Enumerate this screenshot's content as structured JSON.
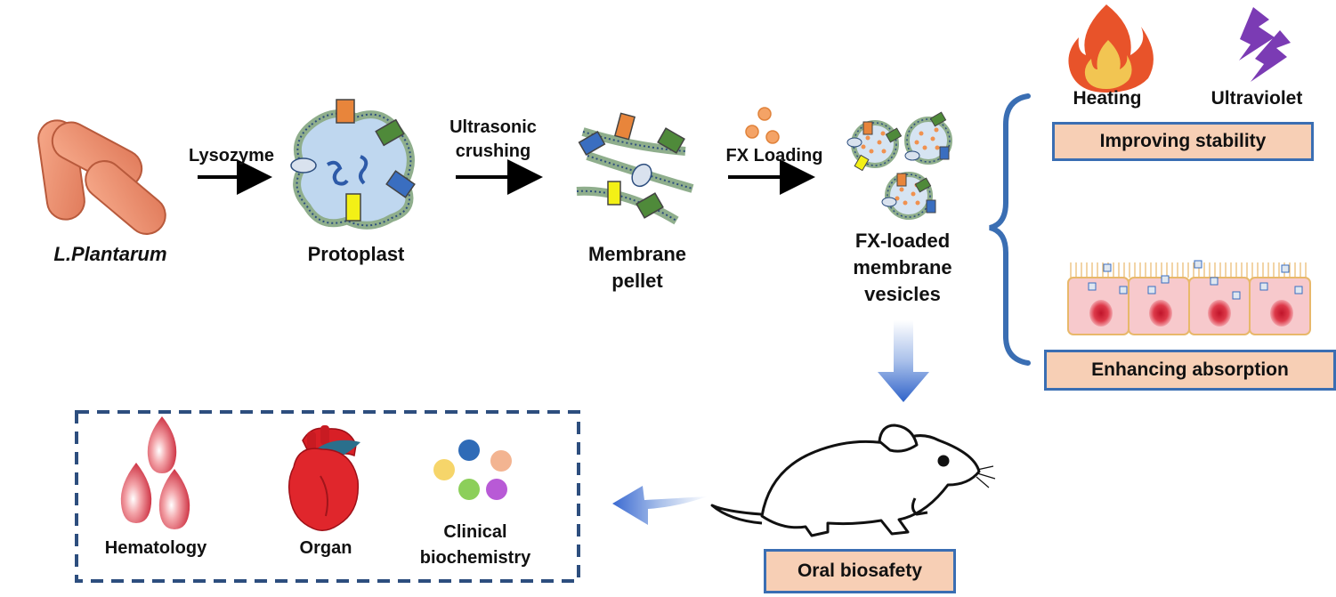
{
  "steps": {
    "bacteria": "L.Plantarum",
    "protoplast": "Protoplast",
    "membrane_pellet_line1": "Membrane",
    "membrane_pellet_line2": "pellet",
    "vesicles_line1": "FX-loaded",
    "vesicles_line2": "membrane",
    "vesicles_line3": "vesicles"
  },
  "arrows": {
    "lysozyme": "Lysozyme",
    "ultrasonic_line1": "Ultrasonic",
    "ultrasonic_line2": "crushing",
    "fx_loading": "FX Loading"
  },
  "stability": {
    "heating": "Heating",
    "ultraviolet": "Ultraviolet",
    "box": "Improving stability"
  },
  "absorption": {
    "box": "Enhancing absorption"
  },
  "biosafety": {
    "box": "Oral biosafety",
    "hematology": "Hematology",
    "organ": "Organ",
    "clinical_line1": "Clinical",
    "clinical_line2": "biochemistry"
  },
  "colors": {
    "membrane_green": "#8fae8c",
    "protein_orange": "#e8853b",
    "protein_green": "#4f8a3a",
    "protein_blue": "#3a6ec0",
    "protein_yellow": "#f3f016",
    "box_fill": "#f7cfb5",
    "box_border": "#3a6eb3",
    "dashed_border": "#2d4e7e"
  }
}
